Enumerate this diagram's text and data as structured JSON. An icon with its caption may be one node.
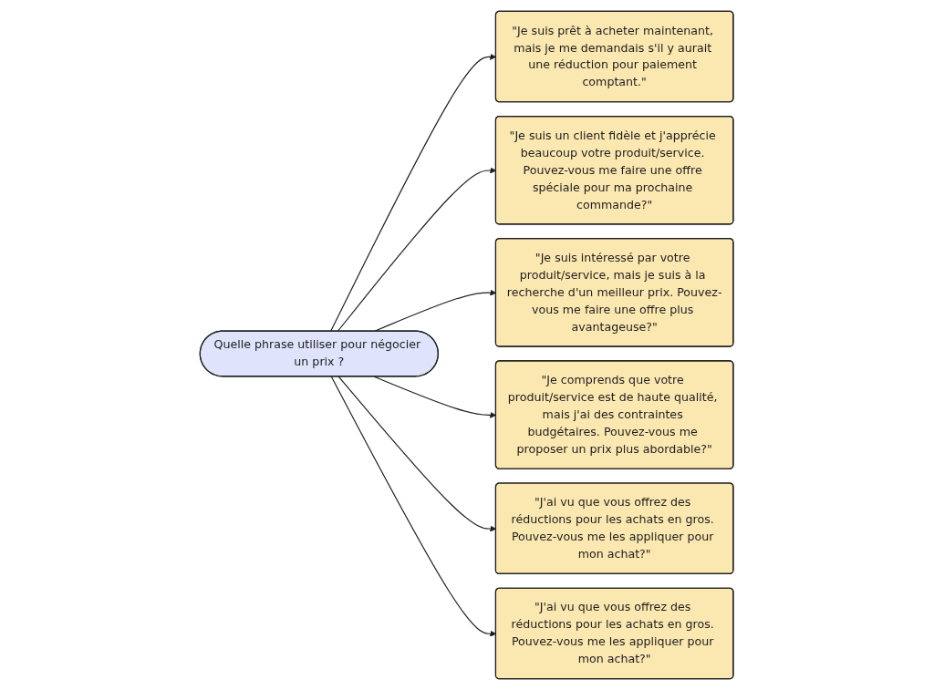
{
  "diagram": {
    "nodes": [
      {
        "text": [
          "Quelle phrase utiliser pour négocier un prix ?"
        ]
      },
      {
        "text": [
          "\"Je suis prêt à acheter maintenant, mais je me demandais s'il y aurait une réduction pour paiement comptant.\""
        ]
      },
      {
        "text": [
          "\"Je suis un client fidèle et j'apprécie beaucoup votre produit/service. Pouvez-vous me faire une offre spéciale pour ma prochaine commande?\""
        ]
      },
      {
        "text": [
          "\"Je suis intéressé par votre produit/service, mais je suis à la recherche d'un meilleur prix. Pouvez-vous me faire une offre plus avantageuse?\""
        ]
      },
      {
        "text": [
          "\"Je comprends que votre produit/service est de haute qualité, mais j'ai des contraintes budgétaires. Pouvez-vous me proposer un prix plus abordable?\""
        ]
      },
      {
        "text": [
          "\"J'ai vu que vous offrez des réductions pour les achats en gros. Pouvez-vous me les appliquer pour mon achat?\""
        ]
      },
      {
        "text": [
          "\"J'ai vu que vous offrez des réductions pour les achats en gros. Pouvez-vous me les appliquer pour mon achat?\""
        ]
      }
    ],
    "edges": [
      {
        "from": 0,
        "to": 1,
        "arrow": "to"
      },
      {
        "from": 0,
        "to": 2,
        "arrow": "to"
      },
      {
        "from": 0,
        "to": 3,
        "arrow": "to"
      },
      {
        "from": 0,
        "to": 4,
        "arrow": "to"
      },
      {
        "from": 0,
        "to": 5,
        "arrow": "to"
      },
      {
        "from": 0,
        "to": 6,
        "arrow": "to"
      }
    ]
  }
}
